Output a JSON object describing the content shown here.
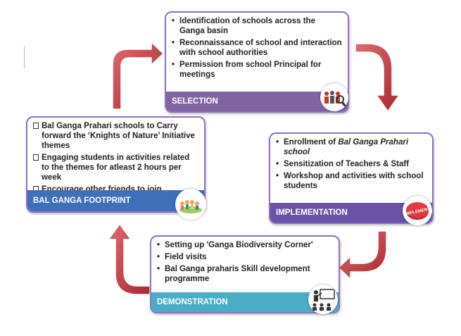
{
  "selection": {
    "title": "SELECTION",
    "items": [
      "Identification of schools across the Ganga basin",
      "Reconnaissance of school and interaction with school authorities",
      "Permission from school Principal for meetings"
    ]
  },
  "implementation": {
    "title": "IMPLEMENTATION",
    "items": [
      "Enrollment of ",
      "Bal Ganga Prahari school",
      "Sensitization of Teachers & Staff",
      "Workshop and activities  with school students"
    ]
  },
  "demonstration": {
    "title": "DEMONSTRATION",
    "items": [
      "Setting up 'Ganga Biodiversity Corner'",
      "Field visits",
      "Bal Ganga praharis Skill development programme"
    ]
  },
  "footprint": {
    "title": "BAL GANGA FOOTPRINT",
    "items": [
      "Bal Ganga Prahari schools to Carry forward the ‘Knights of Nature’ Initiative themes",
      "Engaging students in activities related to the themes for atleast 2 hours per week",
      "Encourage other friends to join"
    ]
  },
  "stamp_text": "IMPLEMENT",
  "colors": {
    "selection_band": "#8064a2",
    "implementation_band": "#6a52a8",
    "demonstration_band": "#4bacc6",
    "footprint_band": "#3e6fb8",
    "arrow": "#c0404a"
  }
}
